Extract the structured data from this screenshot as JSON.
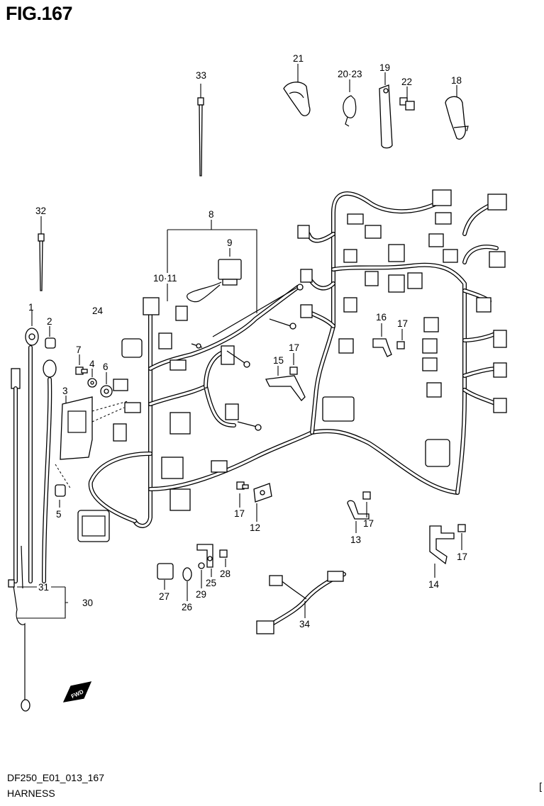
{
  "figure": {
    "title": "FIG.167",
    "code": "DF250_E01_013_167",
    "name": "HARNESS",
    "corner_mark": "["
  },
  "callouts": [
    {
      "id": "c1",
      "text": "1"
    },
    {
      "id": "c2",
      "text": "2"
    },
    {
      "id": "c3",
      "text": "3"
    },
    {
      "id": "c4",
      "text": "4"
    },
    {
      "id": "c5",
      "text": "5"
    },
    {
      "id": "c6",
      "text": "6"
    },
    {
      "id": "c7",
      "text": "7"
    },
    {
      "id": "c8",
      "text": "8"
    },
    {
      "id": "c9",
      "text": "9"
    },
    {
      "id": "c10",
      "text": "10·11"
    },
    {
      "id": "c12",
      "text": "12"
    },
    {
      "id": "c13",
      "text": "13"
    },
    {
      "id": "c14",
      "text": "14"
    },
    {
      "id": "c15",
      "text": "15"
    },
    {
      "id": "c16",
      "text": "16"
    },
    {
      "id": "c17a",
      "text": "17"
    },
    {
      "id": "c17b",
      "text": "17"
    },
    {
      "id": "c17c",
      "text": "17"
    },
    {
      "id": "c17d",
      "text": "17"
    },
    {
      "id": "c17e",
      "text": "17"
    },
    {
      "id": "c18",
      "text": "18"
    },
    {
      "id": "c19",
      "text": "19"
    },
    {
      "id": "c20",
      "text": "20·23"
    },
    {
      "id": "c21",
      "text": "21"
    },
    {
      "id": "c22",
      "text": "22"
    },
    {
      "id": "c24",
      "text": "24"
    },
    {
      "id": "c25",
      "text": "25"
    },
    {
      "id": "c26",
      "text": "26"
    },
    {
      "id": "c27",
      "text": "27"
    },
    {
      "id": "c28",
      "text": "28"
    },
    {
      "id": "c29",
      "text": "29"
    },
    {
      "id": "c30",
      "text": "30"
    },
    {
      "id": "c31",
      "text": "31"
    },
    {
      "id": "c32",
      "text": "32"
    },
    {
      "id": "c33",
      "text": "33"
    },
    {
      "id": "c34",
      "text": "34"
    }
  ],
  "fwd_badge": "FWD"
}
